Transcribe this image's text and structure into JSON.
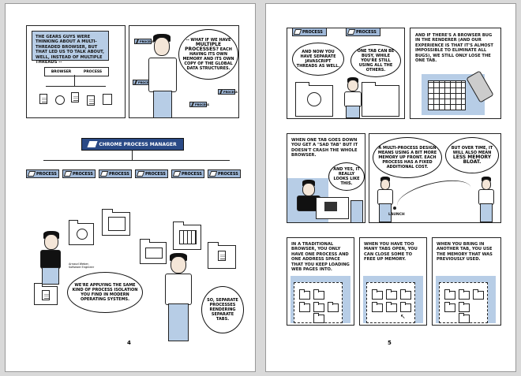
{
  "left": {
    "page_number": "4",
    "panel1_text": "The Gears guys were thinking about a multi-threaded browser, but that led us to talk about, well, instead of multiple threads --",
    "browser_label": "BROWSER",
    "process_label": "PROCESS",
    "panel2_bubble_pre": "-- what if we have",
    "panel2_bubble_em": "multiple processes?",
    "panel2_bubble_post": "Each having its own memory and its own copy of the global data structures.",
    "manager_title": "CHROME PROCESS MANAGER",
    "process_tabs": [
      "PROCESS",
      "PROCESS",
      "PROCESS",
      "PROCESS",
      "PROCESS",
      "PROCESS"
    ],
    "caption_name": "Arnaud Weber,",
    "caption_role": "Software Engineer",
    "bubble_applying": "We're applying the same kind of process isolation you find in modern operating systems.",
    "bubble_separate": "So, separate processes rendering separate tabs."
  },
  "right": {
    "page_number": "5",
    "tab1": "PROCESS",
    "tab2": "PROCESS",
    "bubble_js": "And now you have separate javascript threads as well.",
    "bubble_busy": "One tab can be busy, while you're still using all the others.",
    "panel_bug": "And if there's a browser bug in the renderer (and our experience is that it's almost impossible to eliminate all bugs), we still only lose the one tab.",
    "panel_sad": "When one tab goes down you get a \"sad tab\" but it doesn't crash the whole browser.",
    "bubble_yes": "And yes, it really looks like this.",
    "bubble_multi": "A multi-process design means using a bit more memory up front. Each process has a fixed additional cost.",
    "bubble_bloat_pre": "But over time, it will also mean",
    "bubble_bloat_em": "less memory bloat.",
    "launch_label": "LAUNCH",
    "panel_trad": "In a traditional browser, you only have one process and one address space that you keep loading web pages into.",
    "panel_many": "When you have too many tabs open, you can close some to free up memory.",
    "panel_bring": "When you bring in another tab, you use the memory that was previously used."
  }
}
